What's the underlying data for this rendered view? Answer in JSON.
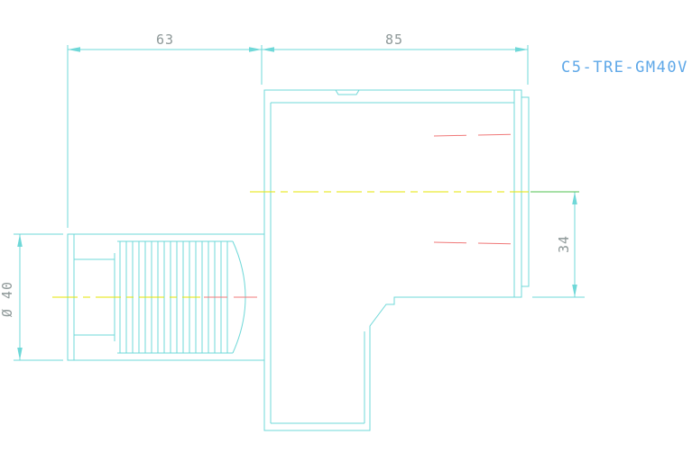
{
  "title_label": {
    "text": "C5-TRE-GM40V"
  },
  "dimensions": {
    "top_left": "63",
    "top_right": "85",
    "right_height": "34",
    "left_diameter": "Ø 40"
  },
  "colors": {
    "line": "#6fd8d8",
    "dim_text": "#8e9898",
    "title_text": "#5fa8e8",
    "centerline": "#e6e600",
    "hidden": "#f07878",
    "axis_green": "#4fc04f",
    "background": "#ffffff"
  }
}
